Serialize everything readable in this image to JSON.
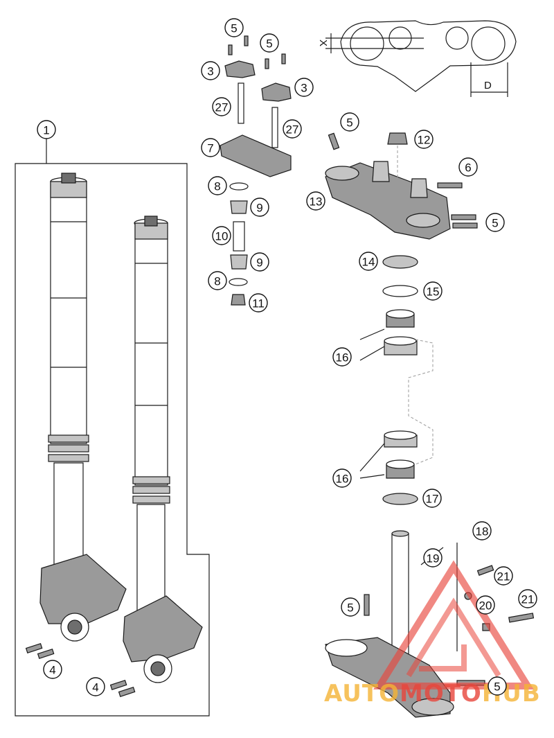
{
  "callouts": {
    "c1": "1",
    "c3a": "3",
    "c3b": "3",
    "c4a": "4",
    "c4b": "4",
    "c5a": "5",
    "c5b": "5",
    "c5c": "5",
    "c5d": "5",
    "c5e": "5",
    "c5f": "5",
    "c6": "6",
    "c7": "7",
    "c8a": "8",
    "c8b": "8",
    "c9a": "9",
    "c9b": "9",
    "c10": "10",
    "c11": "11",
    "c12": "12",
    "c13": "13",
    "c14": "14",
    "c15": "15",
    "c16a": "16",
    "c16b": "16",
    "c17": "17",
    "c18": "18",
    "c19": "19",
    "c20": "20",
    "c21a": "21",
    "c21b": "21",
    "c27a": "27",
    "c27b": "27"
  },
  "dimensions": {
    "x_label": "X",
    "d_label": "D"
  },
  "watermark": {
    "part1": "AUTO",
    "part2": "MOTO",
    "part3": "HUB"
  },
  "colors": {
    "watermark_red": "#e8463c",
    "watermark_orange": "#f5b335"
  }
}
